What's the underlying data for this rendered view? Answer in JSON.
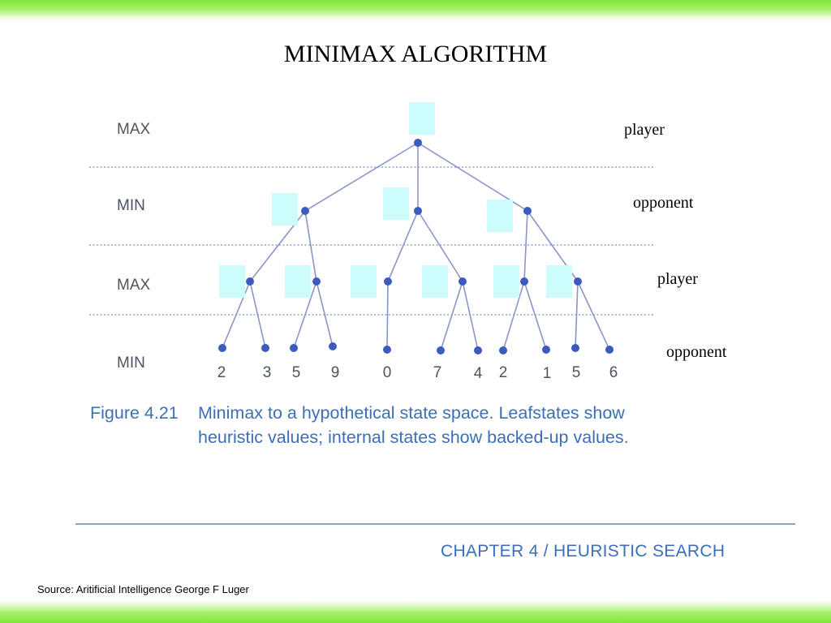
{
  "title": "MINIMAX ALGORITHM",
  "level_labels": [
    "MAX",
    "MIN",
    "MAX",
    "MIN"
  ],
  "roles": [
    "player",
    "opponent",
    "player",
    "opponent"
  ],
  "leaf_values": [
    "2",
    "3",
    "5",
    "9",
    "0",
    "7",
    "4",
    "2",
    "1",
    "5",
    "6"
  ],
  "caption": {
    "figure_number": "Figure 4.21",
    "text": "Minimax to a hypothetical state space. Leafstates show heuristic values; internal states show backed-up values."
  },
  "chapter": "CHAPTER 4 / HEURISTIC SEARCH",
  "source": "Source: Aritificial Intelligence George F Luger",
  "colors": {
    "node": "#3b5bbd",
    "edge": "#8a96c9",
    "value_box": "#ccfcfc",
    "band": "#7ee83a",
    "caption": "#3c6fb5"
  }
}
